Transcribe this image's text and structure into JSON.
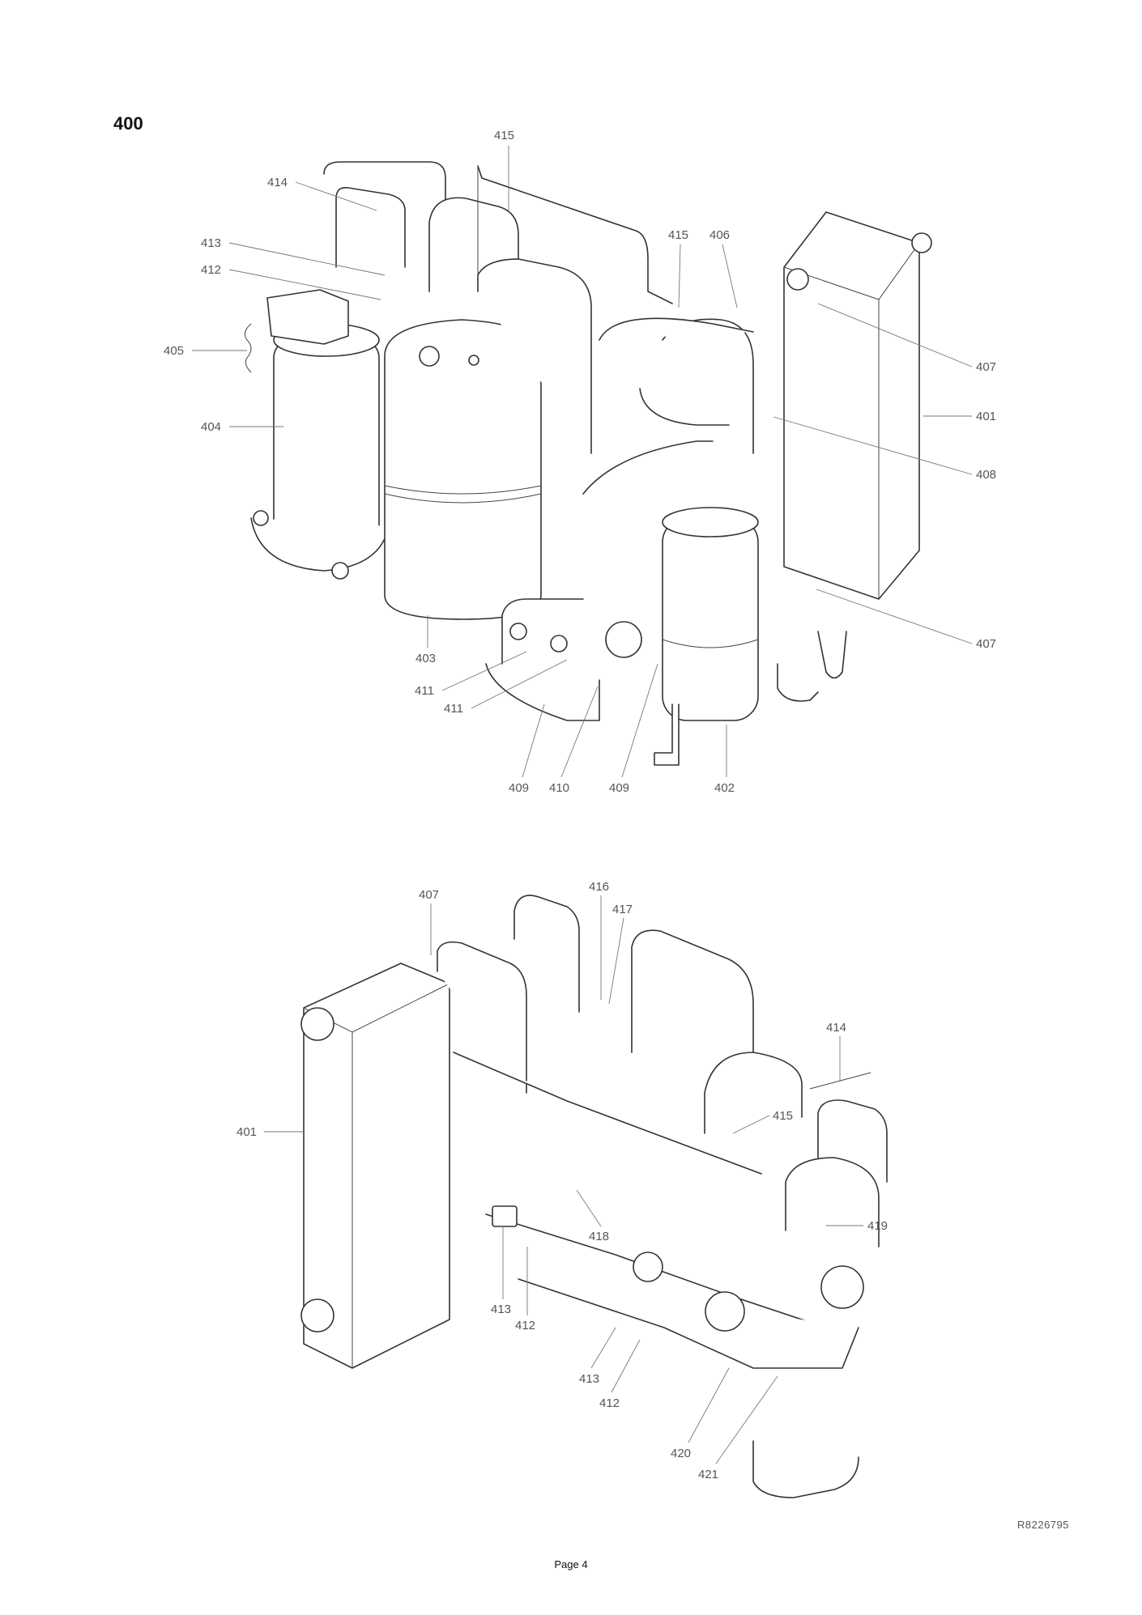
{
  "section_title": "400",
  "drawing_ref": "R8226795",
  "page_label": "Page 4",
  "top_callouts": [
    "415",
    "414",
    "413",
    "412",
    "405",
    "404",
    "415",
    "406",
    "407",
    "401",
    "408",
    "407",
    "403",
    "411",
    "411",
    "409",
    "410",
    "409",
    "402"
  ],
  "bottom_callouts": [
    "407",
    "416",
    "417",
    "414",
    "415",
    "401",
    "419",
    "418",
    "413",
    "412",
    "413",
    "412",
    "420",
    "421"
  ]
}
